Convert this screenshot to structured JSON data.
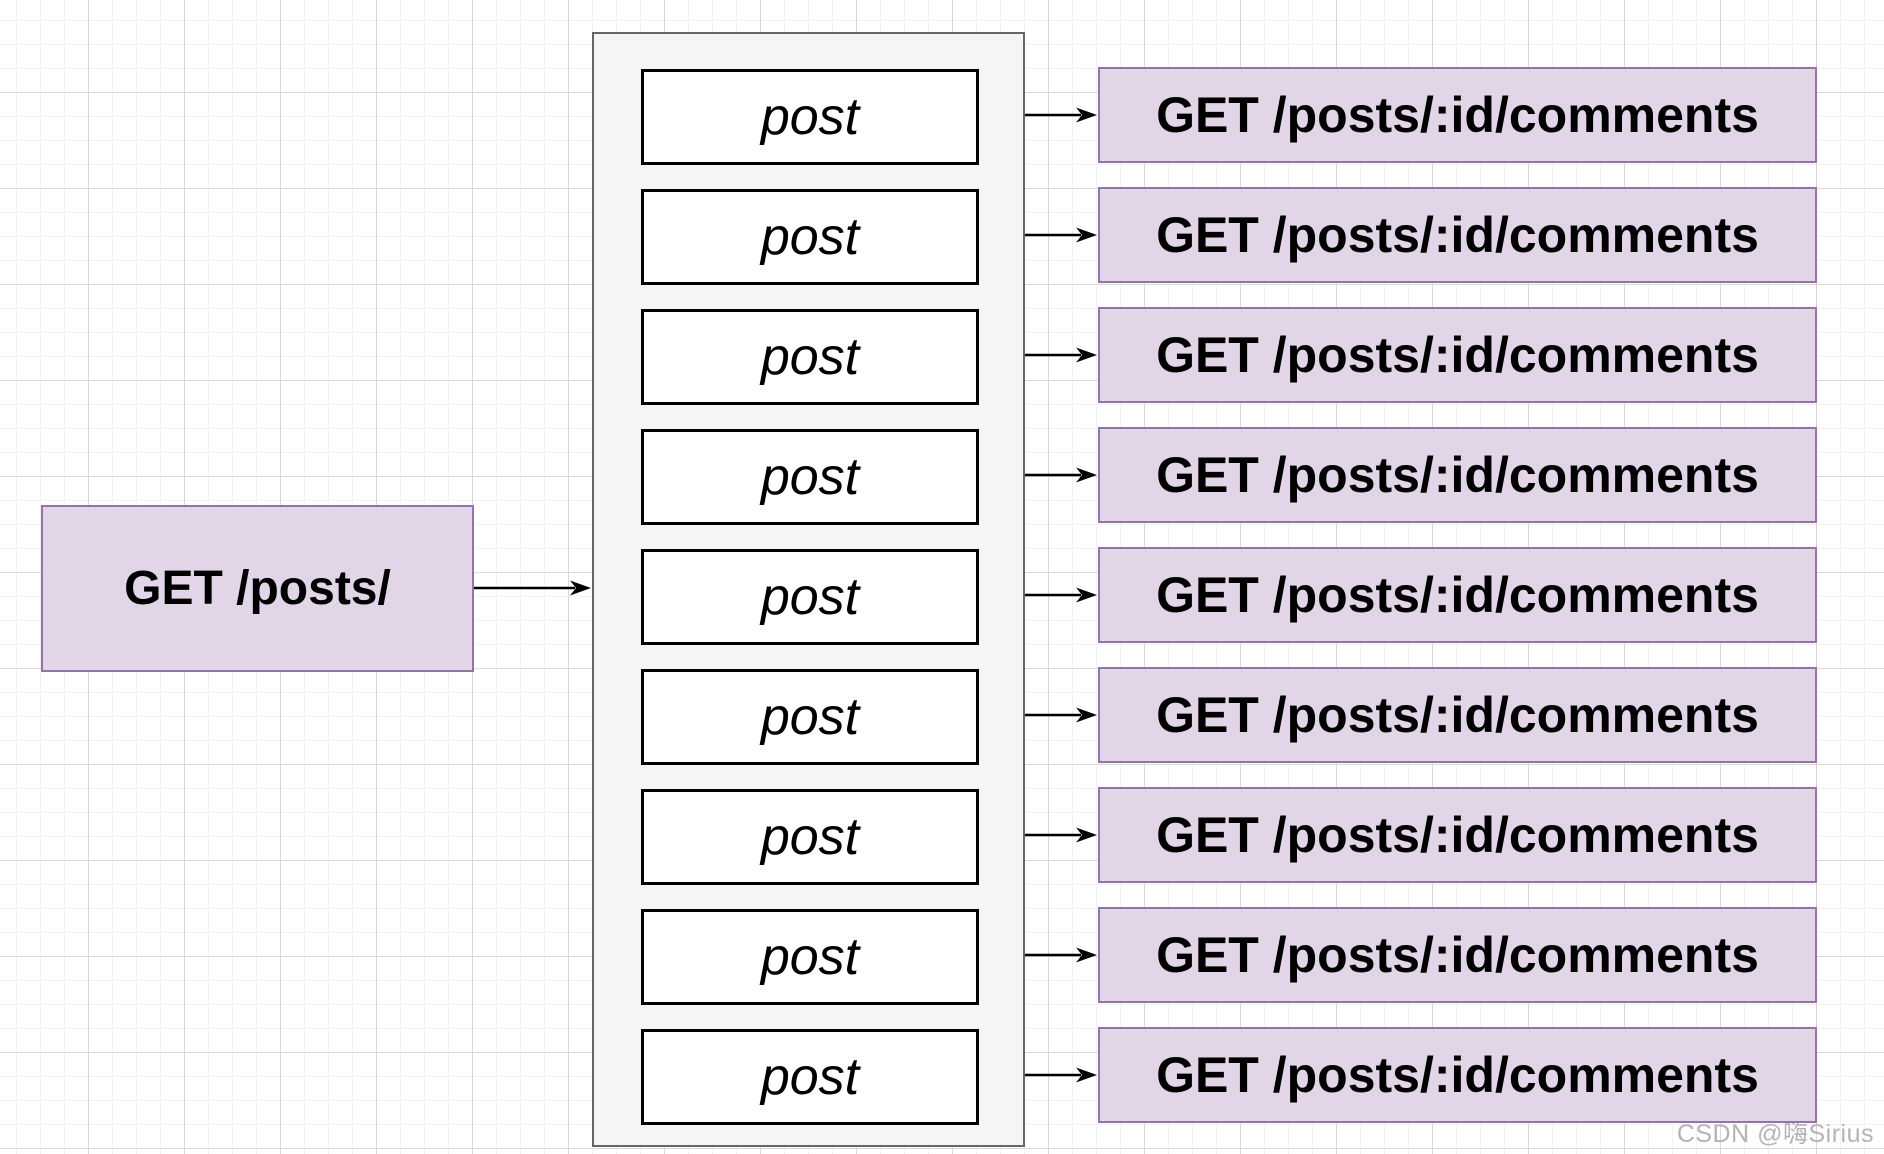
{
  "source": {
    "label": "GET /posts/"
  },
  "rows": [
    {
      "item": "post",
      "endpoint": "GET /posts/:id/comments"
    },
    {
      "item": "post",
      "endpoint": "GET /posts/:id/comments"
    },
    {
      "item": "post",
      "endpoint": "GET /posts/:id/comments"
    },
    {
      "item": "post",
      "endpoint": "GET /posts/:id/comments"
    },
    {
      "item": "post",
      "endpoint": "GET /posts/:id/comments"
    },
    {
      "item": "post",
      "endpoint": "GET /posts/:id/comments"
    },
    {
      "item": "post",
      "endpoint": "GET /posts/:id/comments"
    },
    {
      "item": "post",
      "endpoint": "GET /posts/:id/comments"
    },
    {
      "item": "post",
      "endpoint": "GET /posts/:id/comments"
    }
  ],
  "watermark": "CSDN @嗨Sirius",
  "colors": {
    "node_fill": "#e1d5e7",
    "node_border": "#9673a6",
    "container_fill": "#f5f5f5",
    "container_border": "#666666",
    "item_fill": "#ffffff",
    "item_border": "#000000",
    "arrow": "#000000",
    "grid_minor": "#f2f2f2",
    "grid_major": "#d9d9d9",
    "watermark_color": "#b4b4b4"
  }
}
